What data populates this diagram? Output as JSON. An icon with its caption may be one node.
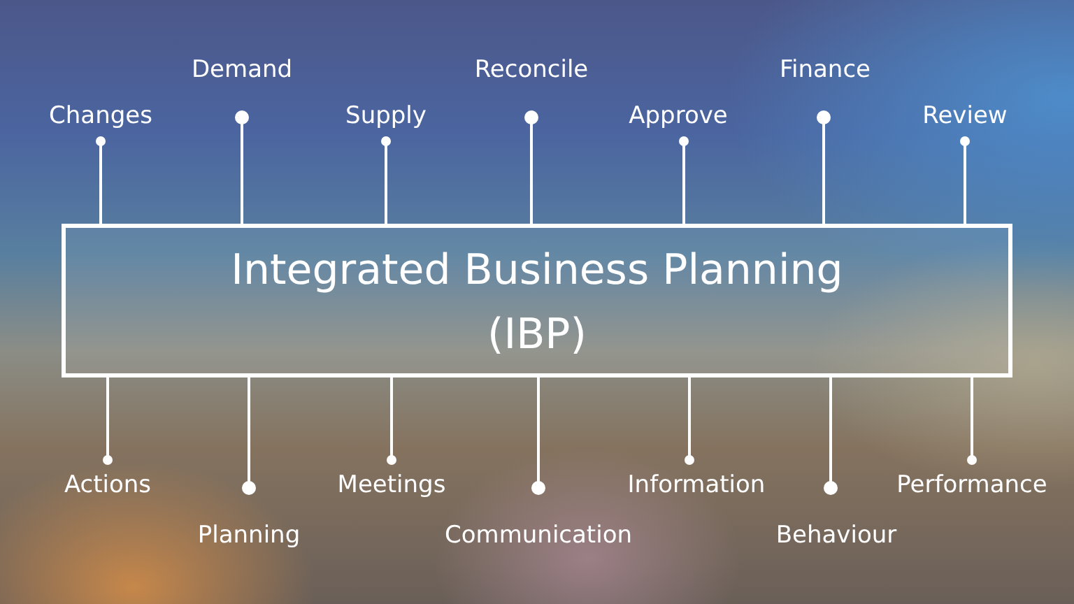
{
  "diagram": {
    "nodes": [
      {
        "text": [
          "Integrated Business Planning",
          "(IBP)"
        ]
      },
      {
        "text": [
          "Changes"
        ]
      },
      {
        "text": [
          "Demand"
        ]
      },
      {
        "text": [
          "Supply"
        ]
      },
      {
        "text": [
          "Reconcile"
        ]
      },
      {
        "text": [
          "Approve"
        ]
      },
      {
        "text": [
          "Finance"
        ]
      },
      {
        "text": [
          "Review"
        ]
      },
      {
        "text": [
          "Actions"
        ]
      },
      {
        "text": [
          "Planning"
        ]
      },
      {
        "text": [
          "Meetings"
        ]
      },
      {
        "text": [
          "Communication"
        ]
      },
      {
        "text": [
          "Information"
        ]
      },
      {
        "text": [
          "Behaviour"
        ]
      },
      {
        "text": [
          "Performance"
        ]
      }
    ],
    "edges": [
      {
        "from": 0,
        "to": 1,
        "arrow": "other"
      },
      {
        "from": 0,
        "to": 2,
        "arrow": "other"
      },
      {
        "from": 0,
        "to": 3,
        "arrow": "other"
      },
      {
        "from": 0,
        "to": 4,
        "arrow": "other"
      },
      {
        "from": 0,
        "to": 5,
        "arrow": "other"
      },
      {
        "from": 0,
        "to": 6,
        "arrow": "other"
      },
      {
        "from": 0,
        "to": 7,
        "arrow": "other"
      },
      {
        "from": 0,
        "to": 8,
        "arrow": "other"
      },
      {
        "from": 0,
        "to": 9,
        "arrow": "other"
      },
      {
        "from": 0,
        "to": 10,
        "arrow": "other"
      },
      {
        "from": 0,
        "to": 11,
        "arrow": "other"
      },
      {
        "from": 0,
        "to": 12,
        "arrow": "other"
      },
      {
        "from": 0,
        "to": 13,
        "arrow": "other"
      },
      {
        "from": 0,
        "to": 14,
        "arrow": "other"
      }
    ]
  }
}
